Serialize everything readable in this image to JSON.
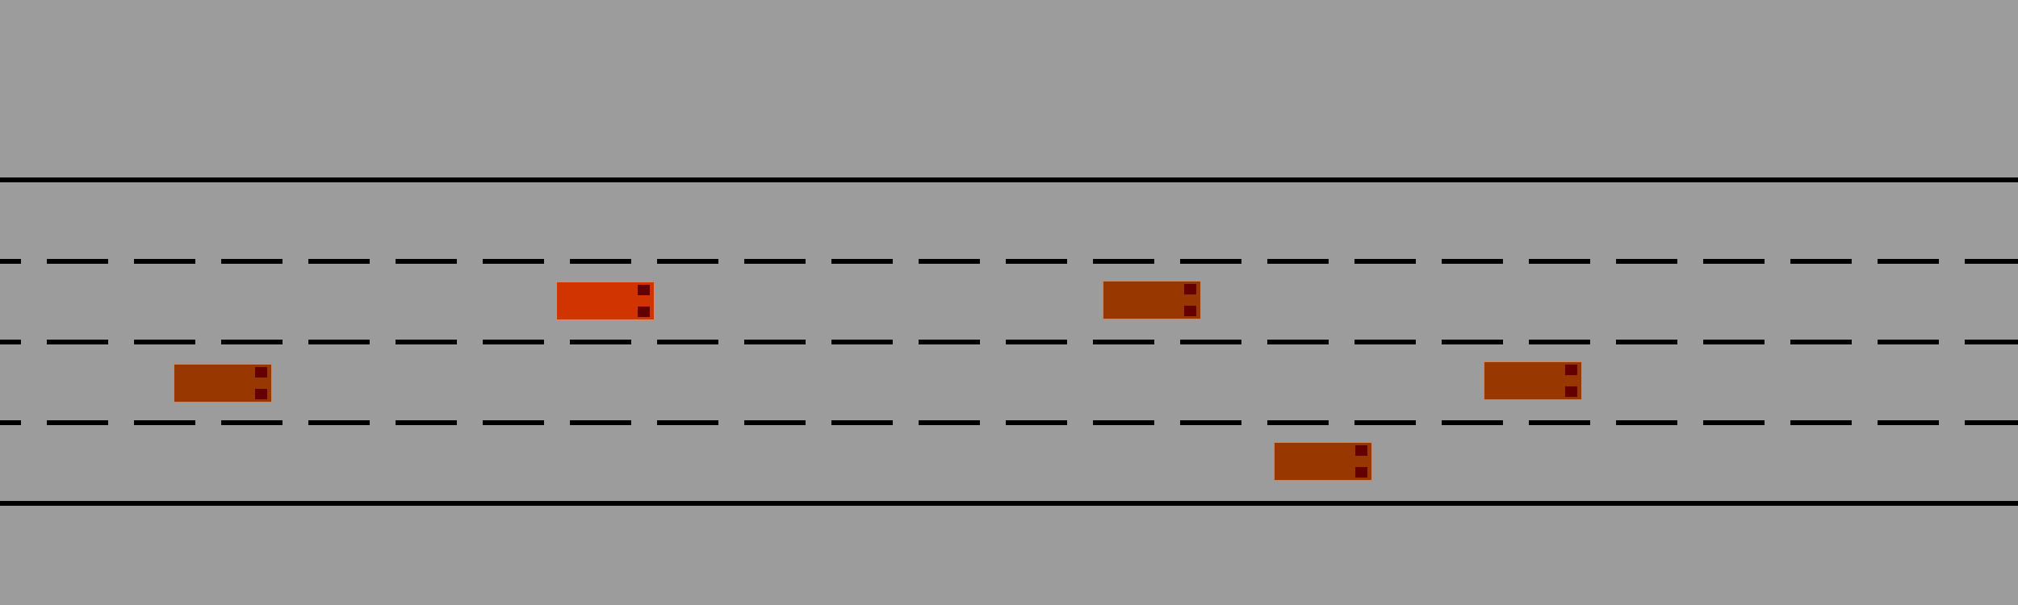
{
  "road": {
    "background_color": "#9c9c9c",
    "line_color": "#000000",
    "lane_count": 4,
    "dashed_dividers": 3
  },
  "colors": {
    "ego_vehicle": "#d23400",
    "other_vehicle": "#983800",
    "tail_light": "#640000"
  },
  "vehicles": [
    {
      "id": "ego-vehicle",
      "lane": 1,
      "role": "ego"
    },
    {
      "id": "other-vehicle-1",
      "lane": 1,
      "role": "other"
    },
    {
      "id": "other-vehicle-2",
      "lane": 2,
      "role": "other"
    },
    {
      "id": "other-vehicle-3",
      "lane": 2,
      "role": "other"
    },
    {
      "id": "other-vehicle-4",
      "lane": 3,
      "role": "other"
    }
  ]
}
